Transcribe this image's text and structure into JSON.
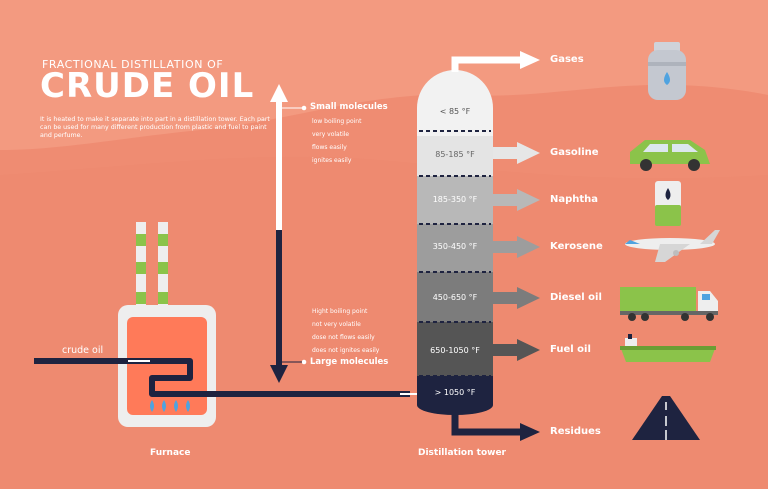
{
  "header": {
    "subtitle": "FRACTIONAL DISTILLATION OF",
    "title": "CRUDE OIL",
    "description": "It is heated to make it separate into part in a distillation tower. Each part can be used for many different production from plastic and fuel to paint and perfume."
  },
  "scale": {
    "top_label": "Small molecules",
    "top_items": [
      "low boiling point",
      "very volatile",
      "flows easily",
      "ignites easily"
    ],
    "bottom_items": [
      "Hight boiling point",
      "not very volatile",
      "dose not flows easily",
      "does not ignites easily"
    ],
    "bottom_label": "Large molecules"
  },
  "tower": {
    "label": "Distillation tower",
    "bands": [
      "< 85 °F",
      "85-185 °F",
      "185-350 °F",
      "350-450 °F",
      "450-650 °F",
      "650-1050 °F",
      "> 1050 °F"
    ]
  },
  "products": [
    "Gases",
    "Gasoline",
    "Naphtha",
    "Kerosene",
    "Diesel oil",
    "Fuel oil",
    "Residues"
  ],
  "furnace": {
    "label": "Furnace",
    "input_label": "crude oil"
  },
  "icons": [
    "gas-cylinder-icon",
    "car-icon",
    "naphtha-canister-icon",
    "airplane-icon",
    "truck-icon",
    "ship-icon",
    "road-icon"
  ],
  "colors": {
    "background": "#ef8c72",
    "wave": "#f4967c",
    "pipe": "#1e2340",
    "accent_green": "#8bc34a",
    "furnace_body": "#ff7a59"
  }
}
